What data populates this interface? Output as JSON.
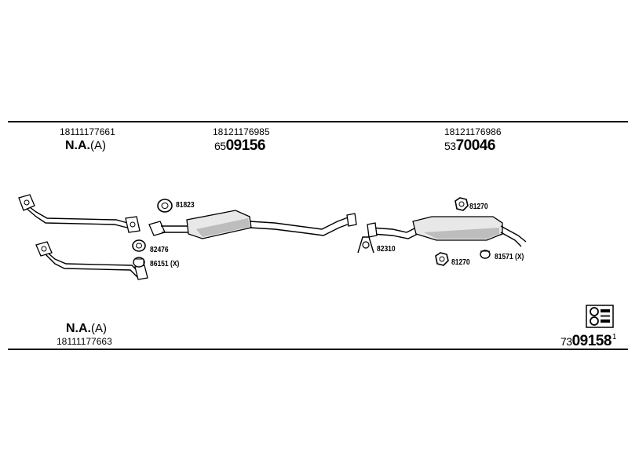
{
  "header": {
    "col1": {
      "part_number": "18111177661",
      "label_bold": "N.A.",
      "label_suffix": "(A)"
    },
    "col2": {
      "part_number": "18121176985",
      "prefix": "65",
      "main": "09156"
    },
    "col3": {
      "part_number": "18121176986",
      "prefix": "53",
      "main": "70046"
    }
  },
  "footer": {
    "left": {
      "label_bold": "N.A.",
      "label_suffix": "(A)",
      "part_number": "18111177663"
    },
    "catalog": {
      "prefix": "73",
      "main": "09158",
      "superscript": "1"
    },
    "icon": "parts-catalog-icon"
  },
  "callouts": {
    "gasket_top": "81823",
    "gasket_mid": "82476",
    "clamp_front": "86151 (X)",
    "hanger": "82310",
    "rubber_top": "81270",
    "rubber_bottom": "81270",
    "rear_clamp": "81571 (X)"
  }
}
